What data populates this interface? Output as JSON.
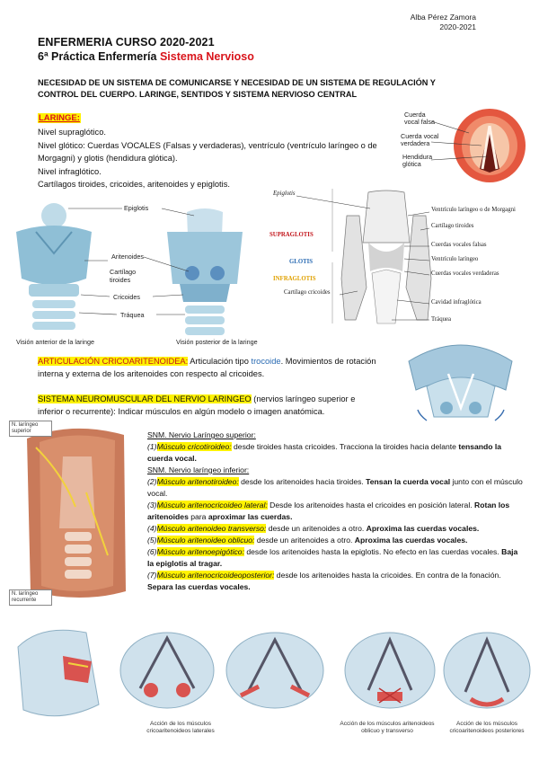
{
  "author": {
    "name": "Alba Pérez Zamora",
    "year": "2020-2021"
  },
  "header": {
    "title": "ENFERMERIA CURSO 2020-2021",
    "subtitle_prefix": "6ª Práctica Enfermería ",
    "subtitle_highlight": "Sistema Nervioso",
    "highlight_color": "#d9141b"
  },
  "intro": "NECESIDAD DE UN SISTEMA DE COMUNICARSE Y NECESIDAD DE UN SISTEMA DE REGULACIÓN Y CONTROL DEL CUERPO. LARINGE, SENTIDOS Y SISTEMA NERVIOSO CENTRAL",
  "laringe": {
    "title": "LARINGE:",
    "lines": [
      "Nivel supraglótico.",
      "Nivel glótico: Cuerdas VOCALES (Falsas y verdaderas), ventrículo (ventrículo laríngeo o de Morgagni) y glotis (hendidura glótica).",
      "Nivel infraglótico.",
      "Cartílagos tiroides, cricoides, aritenoides y epiglotis."
    ]
  },
  "vocal_fig": {
    "labels": [
      "Cuerda vocal falsa",
      "Cuerda vocal verdadera",
      "Hendidura glótica"
    ]
  },
  "larynx_fig": {
    "labels": [
      "Epiglotis",
      "Aritenoides",
      "Cartílago tiroides",
      "Cricoides",
      "Tráquea"
    ],
    "caption_left": "Visión anterior de la laringe",
    "caption_right": "Visión posterior de la laringe"
  },
  "section_fig": {
    "side": [
      "SUPRAGLOTIS",
      "GLOTIS",
      "INFRAGLOTIS"
    ],
    "labels": [
      "Epiglotis",
      "Ventrículo laríngeo o de Morgagni",
      "Cartílago tiroides",
      "Cuerdas vocales falsas",
      "Ventrículo laríngeo",
      "Cuerdas vocales verdaderas",
      "Cartílago cricoides",
      "Cavidad infraglótica",
      "Tráquea"
    ]
  },
  "articulacion": {
    "title": "ARTICULACIÓN CRICOARITENOIDEA:",
    "text_pre": " Articulación tipo ",
    "type": "trocoide",
    "text_post": ". Movimientos de rotación interna y externa de los aritenoides con respecto al cricoides."
  },
  "sistema": {
    "title": "SISTEMA NEUROMUSCULAR DEL NERVIO LARINGEO",
    "text": " (nervios laríngeo superior e inferior o recurrente): Indicar músculos en algún modelo o imagen anatómica."
  },
  "nerve_fig": {
    "label_top": "N. laríngeo superior",
    "label_bottom": "N. laríngeo recurrente"
  },
  "muscles": {
    "snm_superior": "SNM. Nervio Laríngeo superior:",
    "snm_inferior": "SNM. Nervio laríngeo inferior:",
    "items": [
      {
        "num": "(1)",
        "name": "Músculo cricotiroideo:",
        "desc": " desde tiroides hasta cricoides. Tracciona la tiroides hacia delante ",
        "bold": "tensando la cuerda vocal."
      },
      {
        "num": "(2)",
        "name": "Músculo aritenotiroideo:",
        "desc": " desde los aritenoides hacia tiroides. ",
        "bold": "Tensan la cuerda vocal",
        "after": " junto con el músculo vocal."
      },
      {
        "num": "(3)",
        "name": "Músculo aritenocricoideo lateral:",
        "desc": " Desde los aritenoides hasta el cricoides en posición lateral. ",
        "bold": "Rotan los aritenoides",
        "after": " para ",
        "bold2": "aproximar las cuerdas."
      },
      {
        "num": "(4)",
        "name": "Músculo aritenoideo transverso:",
        "desc": " desde un aritenoides a otro. ",
        "bold": "Aproxima las cuerdas vocales."
      },
      {
        "num": "(5)",
        "name": "Músculo aritenoideo oblicuo:",
        "desc": " desde un aritenoides a otro. ",
        "bold": "Aproxima las cuerdas vocales."
      },
      {
        "num": "(6)",
        "name": "Músculo aritenoepigótico:",
        "desc": " desde los aritenoides hasta la epiglotis. No efecto en las cuerdas vocales. ",
        "bold": "Baja la epiglotis al tragar."
      },
      {
        "num": "(7)",
        "name": "Músculo aritenocricoideoposterior:",
        "desc": " desde los aritenoides hasta la cricoides. En contra de la fonación. ",
        "bold": "Separa las cuerdas vocales."
      }
    ]
  },
  "bottom_captions": [
    "Acción de los músculos cricoaritenoideos laterales",
    "Acción de los músculos aritenoideos oblicuo y transverso",
    "Acción de los músculos cricoaritenoideos posteriores"
  ]
}
